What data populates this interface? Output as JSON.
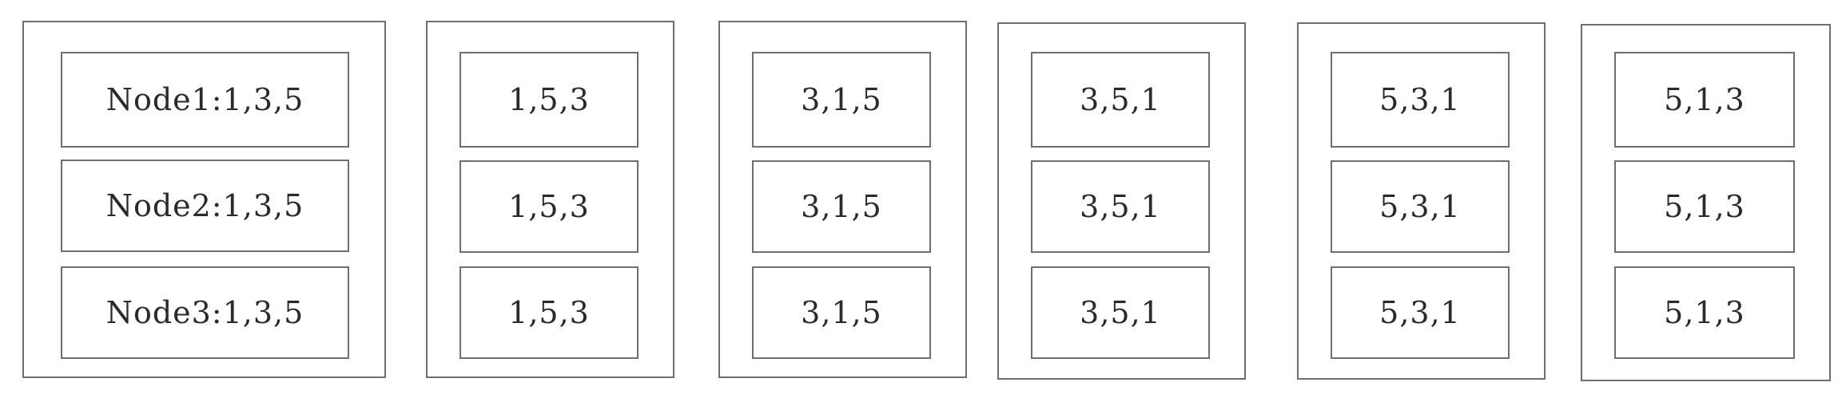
{
  "groups": [
    {
      "nodes": [
        "Node1:1,3,5",
        "Node2:1,3,5",
        "Node3:1,3,5"
      ]
    },
    {
      "nodes": [
        "1,5,3",
        "1,5,3",
        "1,5,3"
      ]
    },
    {
      "nodes": [
        "3,1,5",
        "3,1,5",
        "3,1,5"
      ]
    },
    {
      "nodes": [
        "3,5,1",
        "3,5,1",
        "3,5,1"
      ]
    },
    {
      "nodes": [
        "5,3,1",
        "5,3,1",
        "5,3,1"
      ]
    },
    {
      "nodes": [
        "5,1,3",
        "5,1,3",
        "5,1,3"
      ]
    }
  ],
  "colors": {
    "border": "#6e6e6e",
    "text": "#2a2a2a",
    "background": "#ffffff"
  }
}
